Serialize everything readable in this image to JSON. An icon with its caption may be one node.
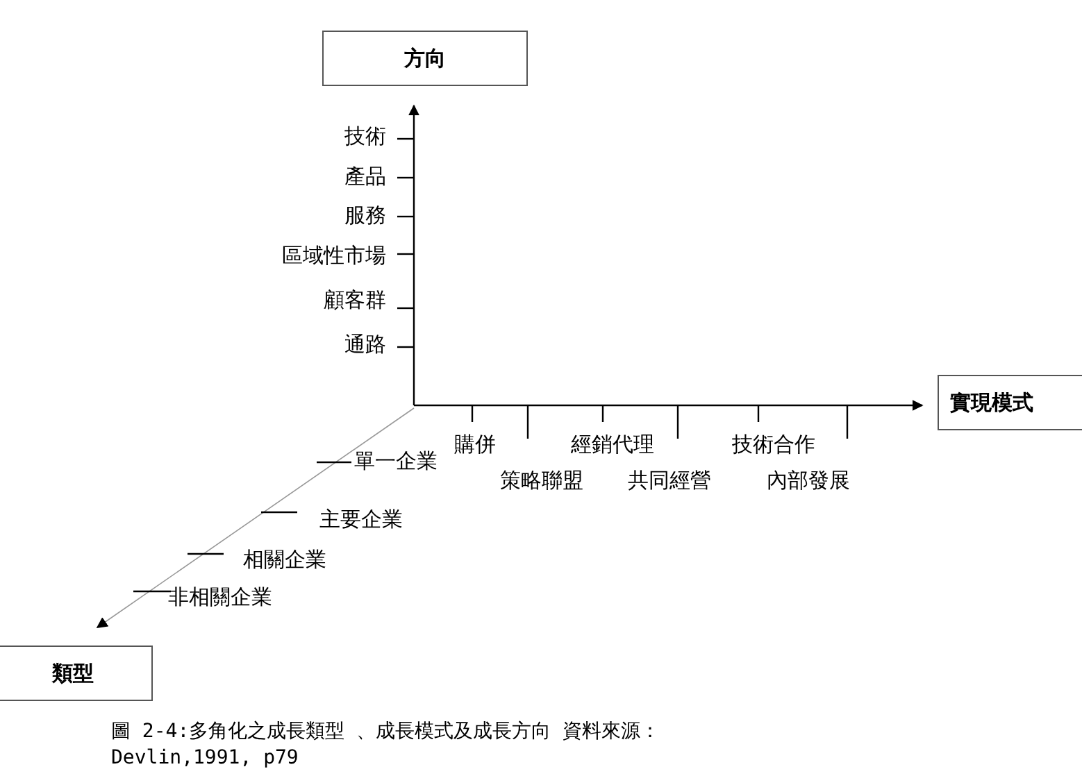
{
  "diagram": {
    "caption": "圖 2-4:多角化之成長類型 、成長模式及成長方向 資料來源： Devlin,1991, p79",
    "nodes": [
      {
        "text": [
          "方向"
        ]
      },
      {
        "text": [
          "實現模式"
        ]
      },
      {
        "text": [
          "類型"
        ]
      }
    ],
    "edges": [
      {
        "from": null,
        "to": 0,
        "arrow": "to"
      },
      {
        "from": null,
        "to": 1,
        "arrow": "to"
      },
      {
        "from": null,
        "to": 2,
        "arrow": "to",
        "color": "#999999"
      }
    ],
    "labels": [
      "技術",
      "產品",
      "服務",
      "區域性市場",
      "顧客群",
      "通路",
      "購併",
      "經銷代理",
      "技術合作",
      "單一企業",
      "策略聯盟",
      "共同經營",
      "內部發展",
      "主要企業",
      "相關企業",
      "非相關企業"
    ]
  }
}
